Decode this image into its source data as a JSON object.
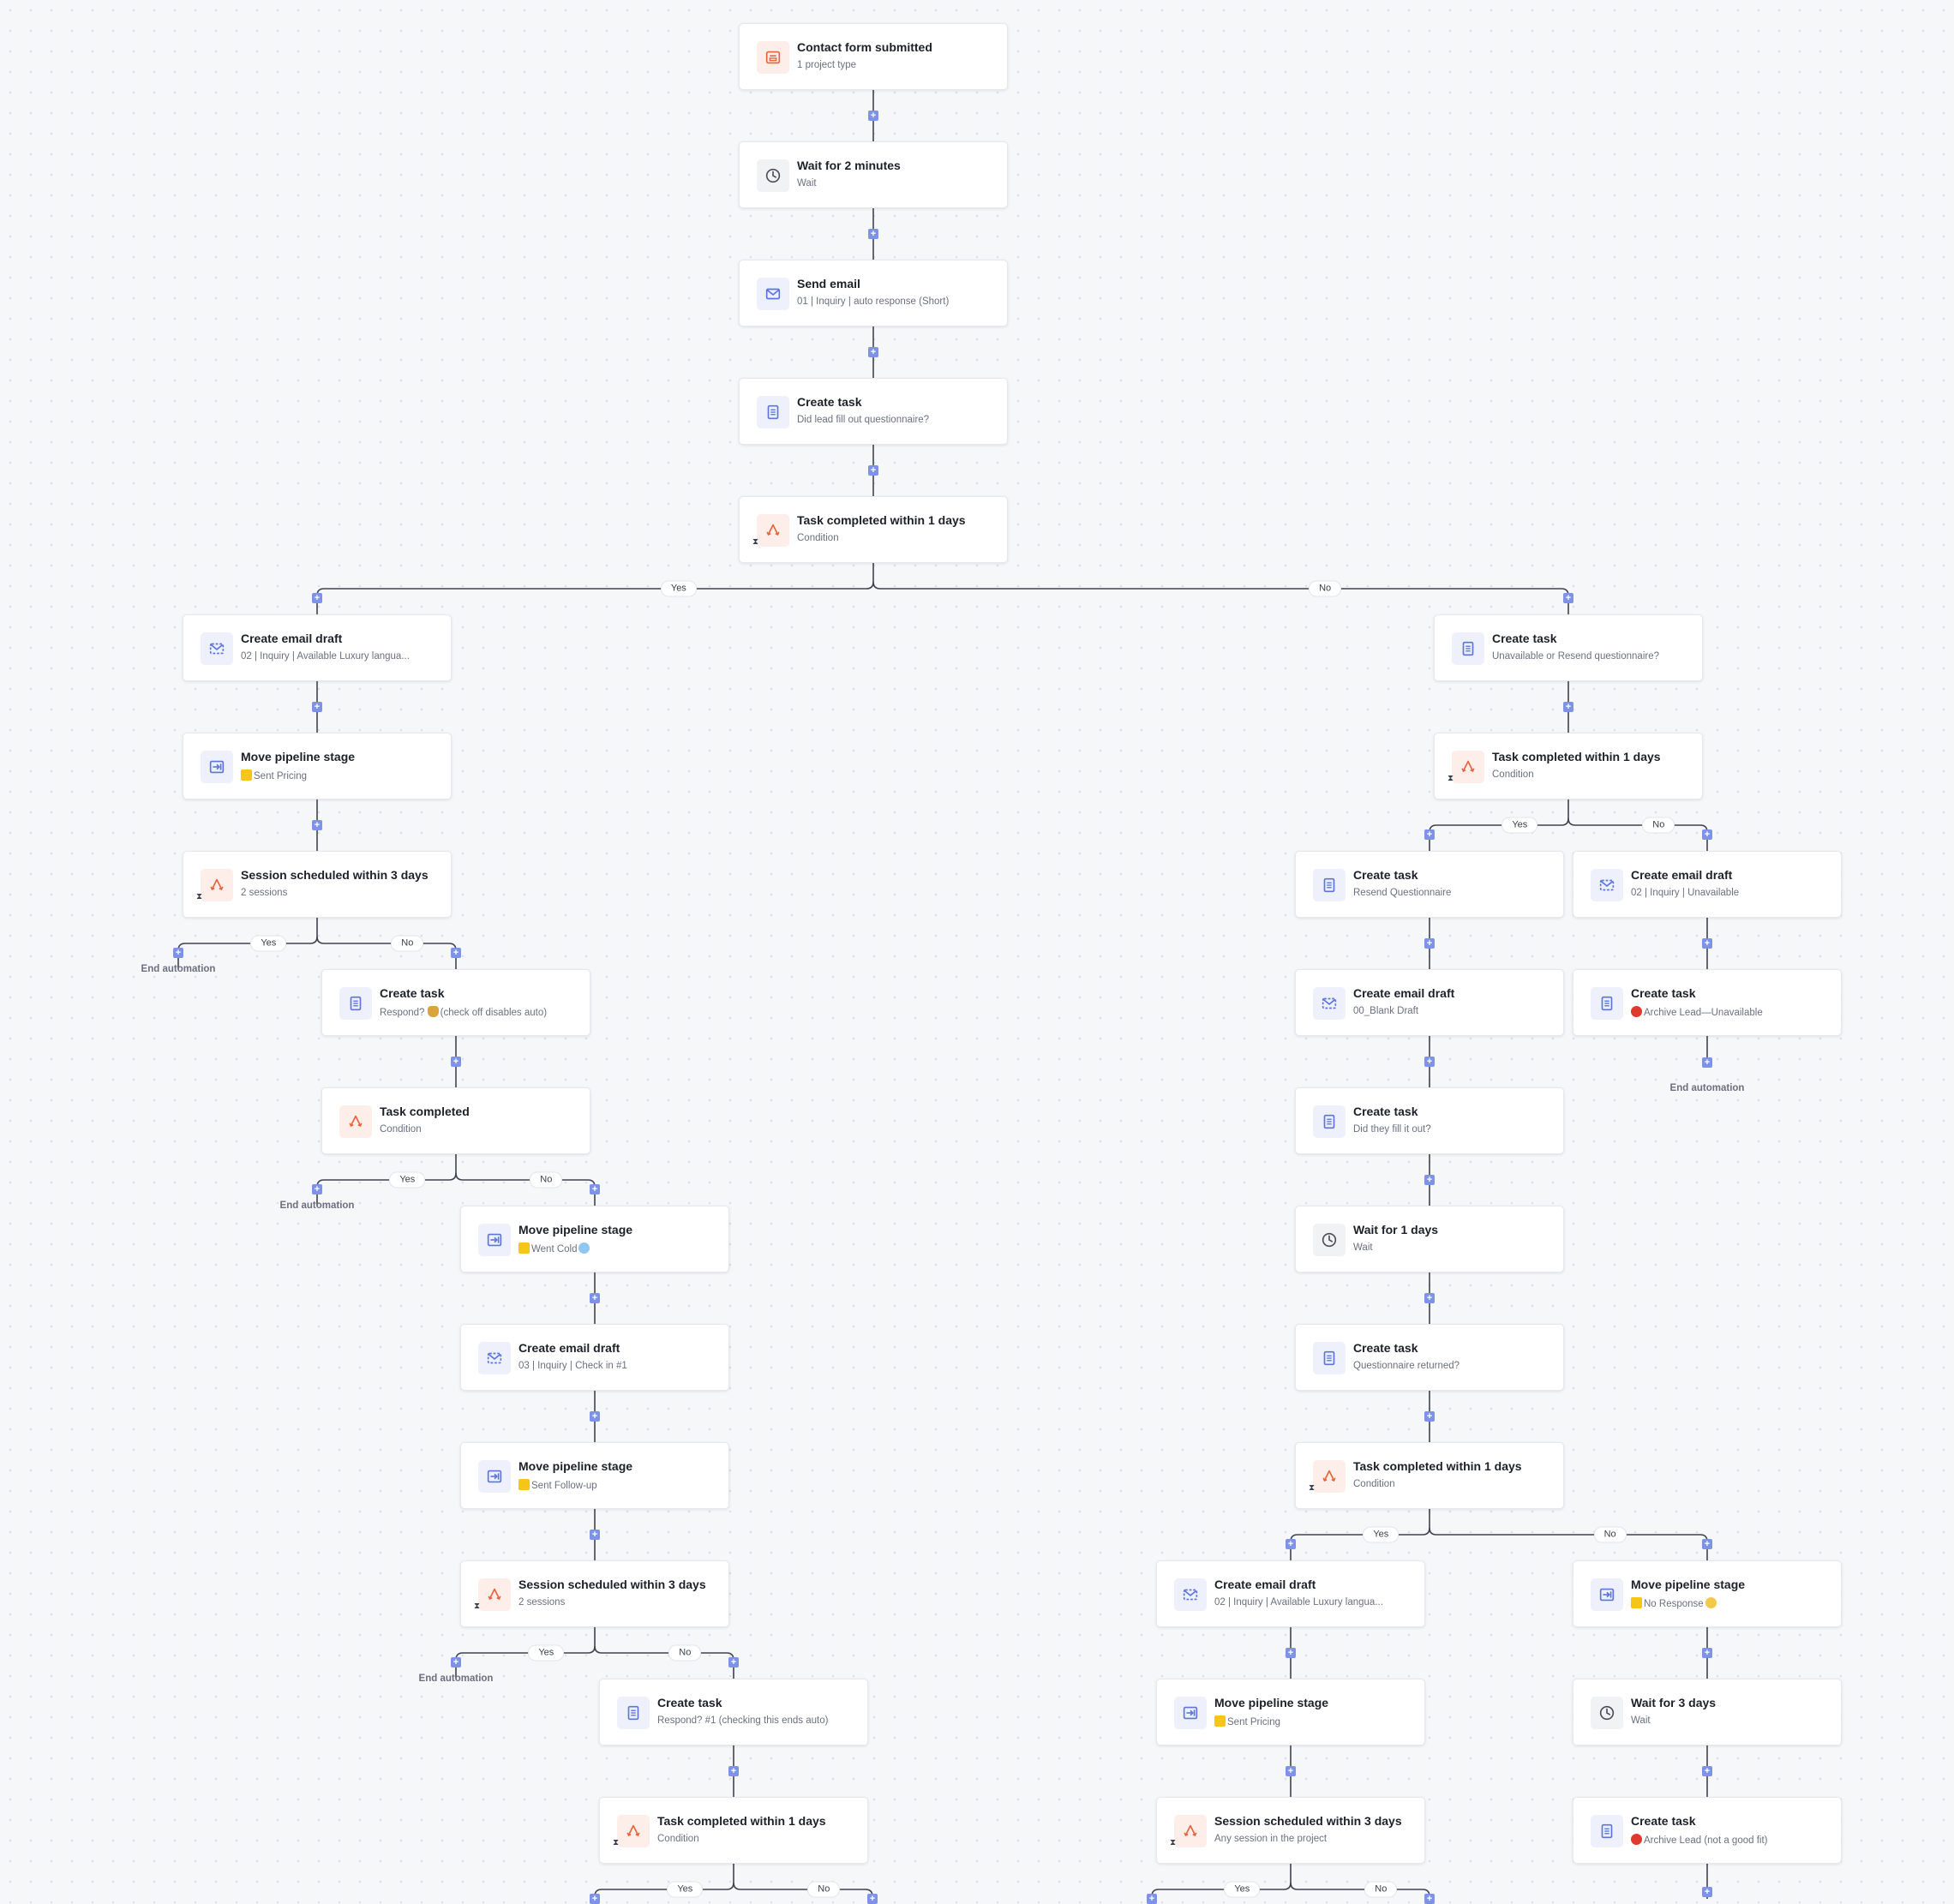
{
  "nodes": [
    {
      "id": "n1",
      "type": "form",
      "title": "Contact form submitted",
      "sub": "1 project type"
    },
    {
      "id": "n2",
      "type": "wait",
      "title": "Wait for 2 minutes",
      "sub": "Wait"
    },
    {
      "id": "n3",
      "type": "email",
      "title": "Send email",
      "sub": "01 | Inquiry | auto response (Short)"
    },
    {
      "id": "n4",
      "type": "task",
      "title": "Create task",
      "sub": "Did lead fill out questionnaire?"
    },
    {
      "id": "n5",
      "type": "condition",
      "title": "Task completed within 1 days",
      "sub": "Condition",
      "timer": true
    },
    {
      "id": "L1",
      "type": "draft",
      "title": "Create email draft",
      "sub": "02 | Inquiry | Available Luxury langua..."
    },
    {
      "id": "L2",
      "type": "pipeline",
      "title": "Move pipeline stage",
      "sub": "Sent Pricing",
      "swatch": "yellow"
    },
    {
      "id": "L3",
      "type": "condition",
      "title": "Session scheduled within 3 days",
      "sub": "2 sessions",
      "timer": true
    },
    {
      "id": "L4",
      "type": "task",
      "title": "Create task",
      "sub": "(check off disables auto)",
      "sub_pre": "Respond?",
      "emoji": "bag"
    },
    {
      "id": "L5",
      "type": "condition",
      "title": "Task completed",
      "sub": "Condition"
    },
    {
      "id": "L6",
      "type": "pipeline",
      "title": "Move pipeline stage",
      "sub": "Went Cold",
      "swatch": "yellow",
      "emoji": "blue"
    },
    {
      "id": "L7",
      "type": "draft",
      "title": "Create email draft",
      "sub": "03 | Inquiry | Check in #1"
    },
    {
      "id": "L8",
      "type": "pipeline",
      "title": "Move pipeline stage",
      "sub": "Sent Follow-up",
      "swatch": "yellow"
    },
    {
      "id": "L9",
      "type": "condition",
      "title": "Session scheduled within 3 days",
      "sub": "2 sessions",
      "timer": true
    },
    {
      "id": "L10",
      "type": "task",
      "title": "Create task",
      "sub": "Respond? #1 (checking this ends auto)"
    },
    {
      "id": "L11",
      "type": "condition",
      "title": "Task completed within 1 days",
      "sub": "Condition",
      "timer": true
    },
    {
      "id": "R1",
      "type": "task",
      "title": "Create task",
      "sub": "Unavailable or Resend questionnaire?"
    },
    {
      "id": "R2",
      "type": "condition",
      "title": "Task completed within 1 days",
      "sub": "Condition",
      "timer": true
    },
    {
      "id": "RA1",
      "type": "task",
      "title": "Create task",
      "sub": "Resend Questionnaire"
    },
    {
      "id": "RA2",
      "type": "draft",
      "title": "Create email draft",
      "sub": "00_Blank Draft"
    },
    {
      "id": "RA3",
      "type": "task",
      "title": "Create task",
      "sub": "Did they fill it out?"
    },
    {
      "id": "RA4",
      "type": "wait",
      "title": "Wait for 1 days",
      "sub": "Wait"
    },
    {
      "id": "RA5",
      "type": "task",
      "title": "Create task",
      "sub": "Questionnaire returned?"
    },
    {
      "id": "RA6",
      "type": "condition",
      "title": "Task completed within 1 days",
      "sub": "Condition",
      "timer": true
    },
    {
      "id": "RB1",
      "type": "draft",
      "title": "Create email draft",
      "sub": "02 | Inquiry | Unavailable"
    },
    {
      "id": "RB2",
      "type": "task",
      "title": "Create task",
      "sub": "Archive Lead—Unavailable",
      "swatch": "red"
    },
    {
      "id": "RC1",
      "type": "draft",
      "title": "Create email draft",
      "sub": "02 | Inquiry | Available Luxury langua..."
    },
    {
      "id": "RC2",
      "type": "pipeline",
      "title": "Move pipeline stage",
      "sub": "Sent Pricing",
      "swatch": "yellow"
    },
    {
      "id": "RC3",
      "type": "condition",
      "title": "Session scheduled within 3 days",
      "sub": "Any session in the project",
      "timer": true
    },
    {
      "id": "RD1",
      "type": "pipeline",
      "title": "Move pipeline stage",
      "sub": "No Response",
      "swatch": "yellow",
      "emoji": "yellow"
    },
    {
      "id": "RD2",
      "type": "wait",
      "title": "Wait for 3 days",
      "sub": "Wait"
    },
    {
      "id": "RD3",
      "type": "task",
      "title": "Create task",
      "sub": "Archive Lead (not a good fit)",
      "swatch": "red"
    }
  ],
  "branch_labels": {
    "yes": "Yes",
    "no": "No"
  },
  "end_label": "End automation",
  "add_symbol": "+",
  "colors": {
    "accent": "#7e93e8",
    "icon_blue": "#5b74e0",
    "icon_red": "#e8623a",
    "icon_gray": "#4a4f5c"
  }
}
